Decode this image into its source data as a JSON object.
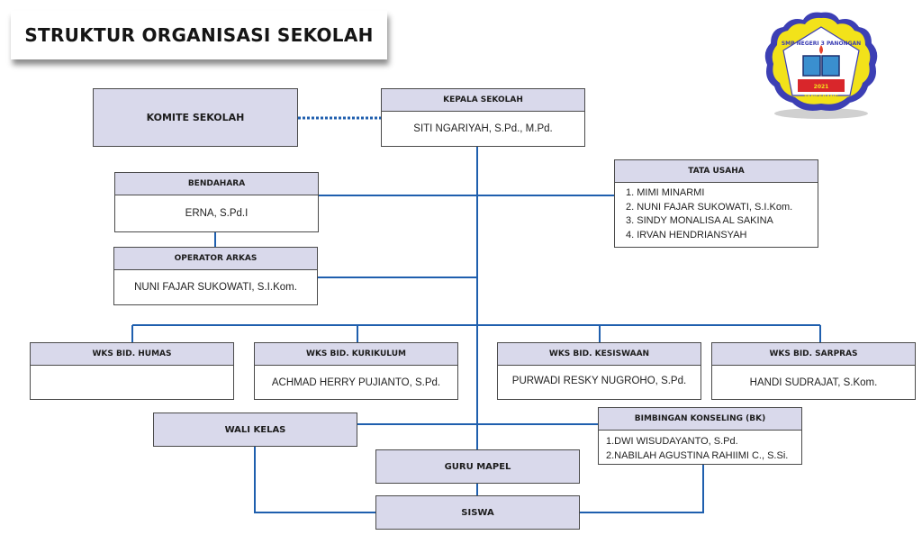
{
  "title": "STRUKTUR ORGANISASI SEKOLAH",
  "logo": {
    "name": "SMP NEGERI 3 PANONGAN",
    "year": "2021",
    "city": "TANGERANG",
    "colors": {
      "outer": "#3c3fb4",
      "ring": "#f2e21a",
      "brick": "#d9262b"
    }
  },
  "colors": {
    "header_fill": "#d9d9eb",
    "connector": "#1f5fae",
    "border": "#4a4a4a"
  },
  "nodes": {
    "komite": {
      "title": "KOMITE SEKOLAH"
    },
    "kepala": {
      "title": "KEPALA SEKOLAH",
      "name": "SITI NGARIYAH, S.Pd., M.Pd."
    },
    "bendahara": {
      "title": "BENDAHARA",
      "name": "ERNA, S.Pd.I"
    },
    "operator": {
      "title": "OPERATOR ARKAS",
      "name": "NUNI FAJAR SUKOWATI, S.I.Kom."
    },
    "tata_usaha": {
      "title": "TATA USAHA",
      "members": [
        "1. MIMI MINARMI",
        "2. NUNI FAJAR SUKOWATI, S.I.Kom.",
        "3. SINDY MONALISA AL SAKINA",
        "4. IRVAN HENDRIANSYAH"
      ]
    },
    "humas": {
      "title": "WKS BID. HUMAS",
      "name": ""
    },
    "kurikulum": {
      "title": "WKS BID. KURIKULUM",
      "name": "ACHMAD HERRY PUJIANTO, S.Pd."
    },
    "kesiswaan": {
      "title": "WKS BID. KESISWAAN",
      "name": "PURWADI RESKY NUGROHO, S.Pd."
    },
    "sarpras": {
      "title": "WKS BID. SARPRAS",
      "name": "HANDI SUDRAJAT, S.Kom."
    },
    "wali_kelas": {
      "title": "WALI KELAS"
    },
    "bk": {
      "title": "BIMBINGAN KONSELING (BK)",
      "members": [
        "1.DWI WISUDAYANTO, S.Pd.",
        "2.NABILAH AGUSTINA RAHIIMI C., S.Si."
      ]
    },
    "guru_mapel": {
      "title": "GURU MAPEL"
    },
    "siswa": {
      "title": "SISWA"
    }
  }
}
